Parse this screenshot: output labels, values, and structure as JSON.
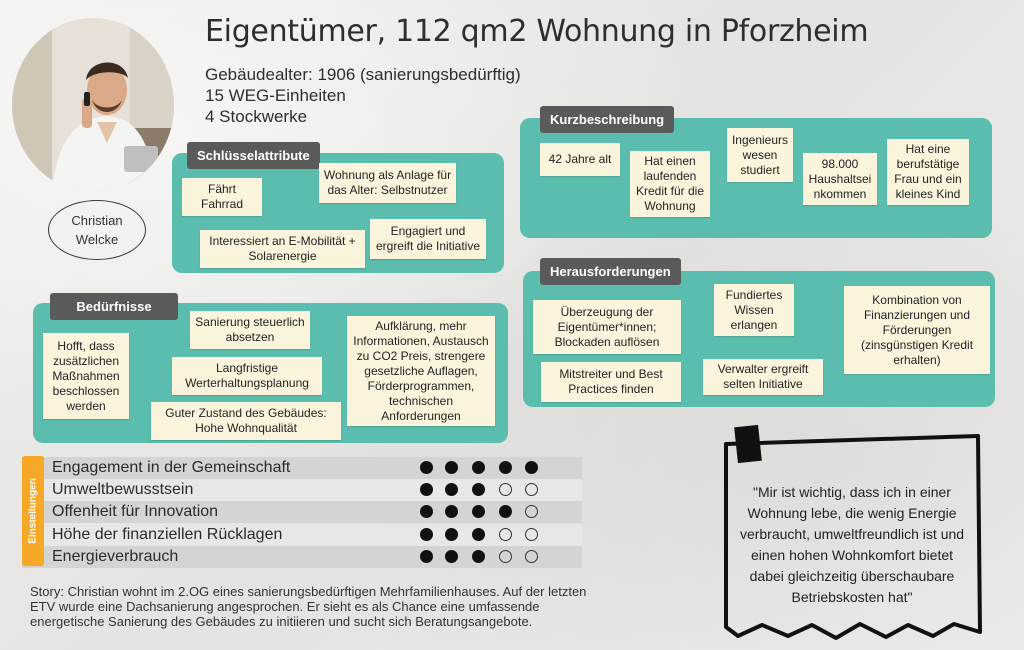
{
  "header": {
    "title": "Eigentümer, 112 qm2 Wohnung in Pforzheim",
    "info": [
      "Gebäudealter: 1906 (sanierungsbedürftig)",
      "15 WEG-Einheiten",
      "4 Stockwerke"
    ]
  },
  "persona": {
    "first_name": "Christian",
    "last_name": "Welcke"
  },
  "schluessel": {
    "label": "Schlüsselattribute",
    "notes": [
      "Fährt Fahrrad",
      "Wohnung als Anlage für das Alter: Selbstnutzer",
      "Interessiert an E-Mobilität + Solarenergie",
      "Engagiert und ergreift die Initiative"
    ]
  },
  "kurz": {
    "label": "Kurzbeschreibung",
    "notes": [
      "42 Jahre alt",
      "Hat einen laufenden Kredit für die Wohnung",
      "Ingenieurs wesen studiert",
      "98.000 Haushaltsei nkommen",
      "Hat eine berufstätige Frau und ein kleines Kind"
    ]
  },
  "beduerfnisse": {
    "label": "Bedürfnisse",
    "notes": [
      "Hofft, dass zusätzlichen Maßnahmen beschlossen werden",
      "Sanierung steuerlich absetzen",
      "Langfristige Werterhaltungsplanung",
      "Guter Zustand des Gebäudes: Hohe Wohnqualität",
      "Aufklärung, mehr Informationen, Austausch zu CO2 Preis, strengere gesetzliche Auflagen, Förderprogrammen, technischen Anforderungen"
    ]
  },
  "heraus": {
    "label": "Herausforderungen",
    "notes": [
      "Überzeugung der Eigentümer*innen; Blockaden auflösen",
      "Fundiertes Wissen erlangen",
      "Kombination von Finanzierungen und Förderungen (zinsgünstigen Kredit erhalten)",
      "Mitstreiter und Best Practices finden",
      "Verwalter ergreift selten Initiative"
    ]
  },
  "einstellungen": {
    "label": "Einstellungen",
    "rows": [
      {
        "label": "Engagement in der Gemeinschaft",
        "filled": 5
      },
      {
        "label": "Umweltbewusstsein",
        "filled": 3
      },
      {
        "label": "Offenheit für Innovation",
        "filled": 4
      },
      {
        "label": "Höhe der finanziellen Rücklagen",
        "filled": 3
      },
      {
        "label": "Energieverbrauch",
        "filled": 3
      }
    ],
    "max": 5
  },
  "story": "Story: Christian wohnt im 2.OG eines sanierungsbedürftigen Mehrfamilienhauses. Auf der letzten ETV wurde eine Dachsanierung angesprochen. Er sieht es als Chance eine umfassende energetische Sanierung des Gebäudes zu initiieren und sucht sich Beratungsangebote.",
  "quote": "\"Mir ist wichtig, dass ich in einer Wohnung lebe, die wenig Energie verbraucht, umweltfreundlich ist und einen hohen Wohnkomfort bietet dabei gleichzeitig überschaubare Betriebskosten hat\"",
  "colors": {
    "panel": "#5bbdad",
    "tag": "#5a5a5a",
    "note": "#fbf4dc",
    "accent": "#f7a826"
  }
}
